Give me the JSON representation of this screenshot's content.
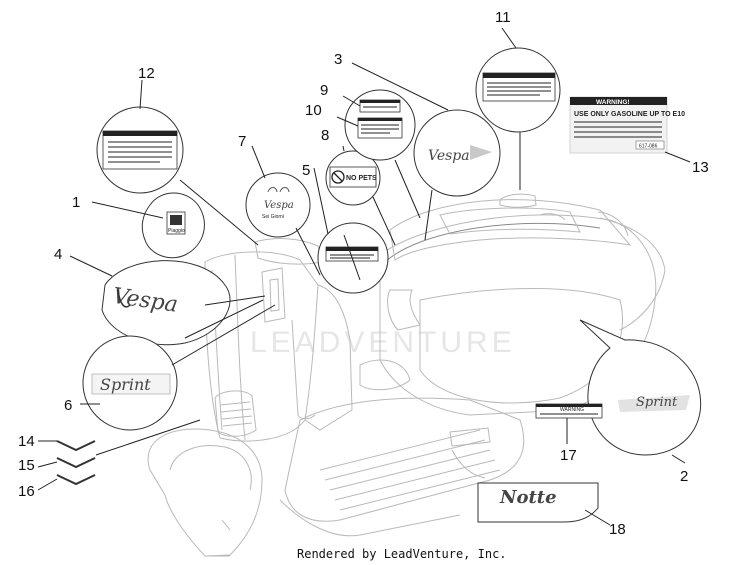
{
  "callouts": [
    "1",
    "2",
    "4",
    "5",
    "6",
    "7",
    "8",
    "9",
    "10",
    "11",
    "12",
    "13",
    "14",
    "15",
    "16",
    "17",
    "18",
    "3"
  ],
  "labels": {
    "no_pets": "NO PETS",
    "warning_13_title": "WARNING!",
    "warning_13_line1": "USE ONLY GASOLINE UP TO E10",
    "warning_13_code": "617-086",
    "sprint_6": "Sprint",
    "sprint_2": "Sprint",
    "notte": "Notte",
    "warning_small": "WARNING",
    "watermark": "LEADVENTURE"
  },
  "footer": "Rendered by LeadVenture, Inc."
}
